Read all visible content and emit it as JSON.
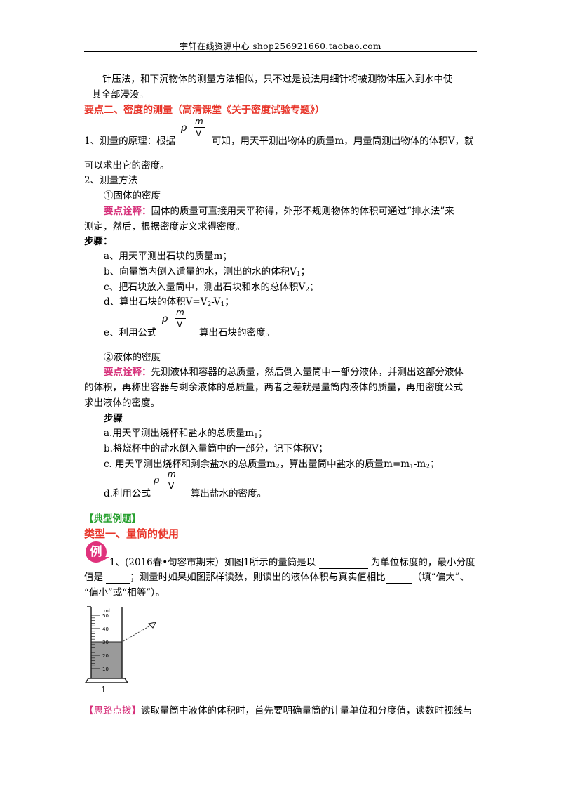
{
  "header": {
    "text": "宇轩在线资源中心   shop256921660.taobao.com"
  },
  "lines": {
    "p0a": "针压法，和下沉物体的测量方法相似，只不过是设法用细针将被测物体压入到水中使",
    "p0b": "其全部浸没。",
    "sec2": "要点二、密度的测量（高清课堂《关于密度试验专题》）",
    "m1a_pre": "1、测量的原理：根据",
    "m1a_post": "可知，用天平测出物体的质量m，用量筒测出物体的体积V，就",
    "m1b": "可以求出它的密度。",
    "m2": "2、测量方法",
    "solid": "①固体的密度",
    "note_label": "要点诠释：",
    "solid_note_a": "固体的质量可直接用天平称得，外形不规则物体的体积可通过“排水法”来",
    "solid_note_b": "测定，然后，根据密度定义求得密度。",
    "steps_label": "步骤：",
    "sa": "a、用天平测出石块的质量m；",
    "sb_pre": "b、向量筒内倒入适量的水，测出的水的体积V",
    "sb_sub": "1",
    "sb_post": "；",
    "sc_pre": "c、把石块放入量筒中，测出石块和水的总体积V",
    "sc_sub": "2",
    "sc_post": "；",
    "sd_pre": "d、算出石块的体积V=V",
    "sd_sub1": "2",
    "sd_mid": "-V",
    "sd_sub2": "1",
    "sd_post": "；",
    "se_pre": "e、利用公式",
    "se_post": "算出石块的密度。",
    "liquid": "②液体的密度",
    "liquid_note_a": "先测液体和容器的总质量，然后倒入量筒中一部分液体，并测出这部分液体",
    "liquid_note_b": "的体积，再称出容器与剩余液体的总质量，两者之差就是量筒内液体的质量，再用密度公式",
    "liquid_note_c": "求出液体的密度。",
    "steps2_label": "步骤",
    "la_pre": "a.用天平测出烧杯和盐水的总质量m",
    "la_sub": "1",
    "la_post": "；",
    "lb": "b.将烧杯中的盐水倒入量筒中的一部分，记下体积V；",
    "lc_pre": "c. 用天平测出烧杯和剩余盐水的总质量m",
    "lc_sub": "2",
    "lc_mid": "，算出量筒中盐水的质量m=m",
    "lc_sub2": "1",
    "lc_mid2": "-m",
    "lc_sub3": "2",
    "lc_post": "；",
    "ld_pre": "d.利用公式",
    "ld_post": "算出盐水的密度。",
    "examples": "【典型例题】",
    "type1": "类型一、量筒的使用",
    "badge": "例",
    "q1a_pre": "1、(2016春•句容市期末）如图1所示的量筒是以",
    "q1a_post": "为单位标度的，最小分度",
    "q1b_pre": "值是",
    "q1b_mid": "；测量时如果如图那样读数，则读出的液体体积与真实值相比",
    "q1b_post": "（填“偏大”、",
    "q1c": "“偏小”或“相等”）。",
    "fig_label": "1",
    "hint_label": "【思路点拨】",
    "hint_text": "读取量筒中液体的体积时，首先要明确量筒的计量单位和分度值，读数时视线与"
  },
  "formula": {
    "rho": "ρ",
    "eq": "=",
    "num": "m",
    "den": "V"
  },
  "cylinder": {
    "unit": "ml",
    "ticks": [
      "50",
      "40",
      "30",
      "20",
      "10"
    ],
    "liquid_level": 30
  },
  "colors": {
    "red": "#e8352a",
    "pink": "#d6307a",
    "green": "#27a02f"
  }
}
